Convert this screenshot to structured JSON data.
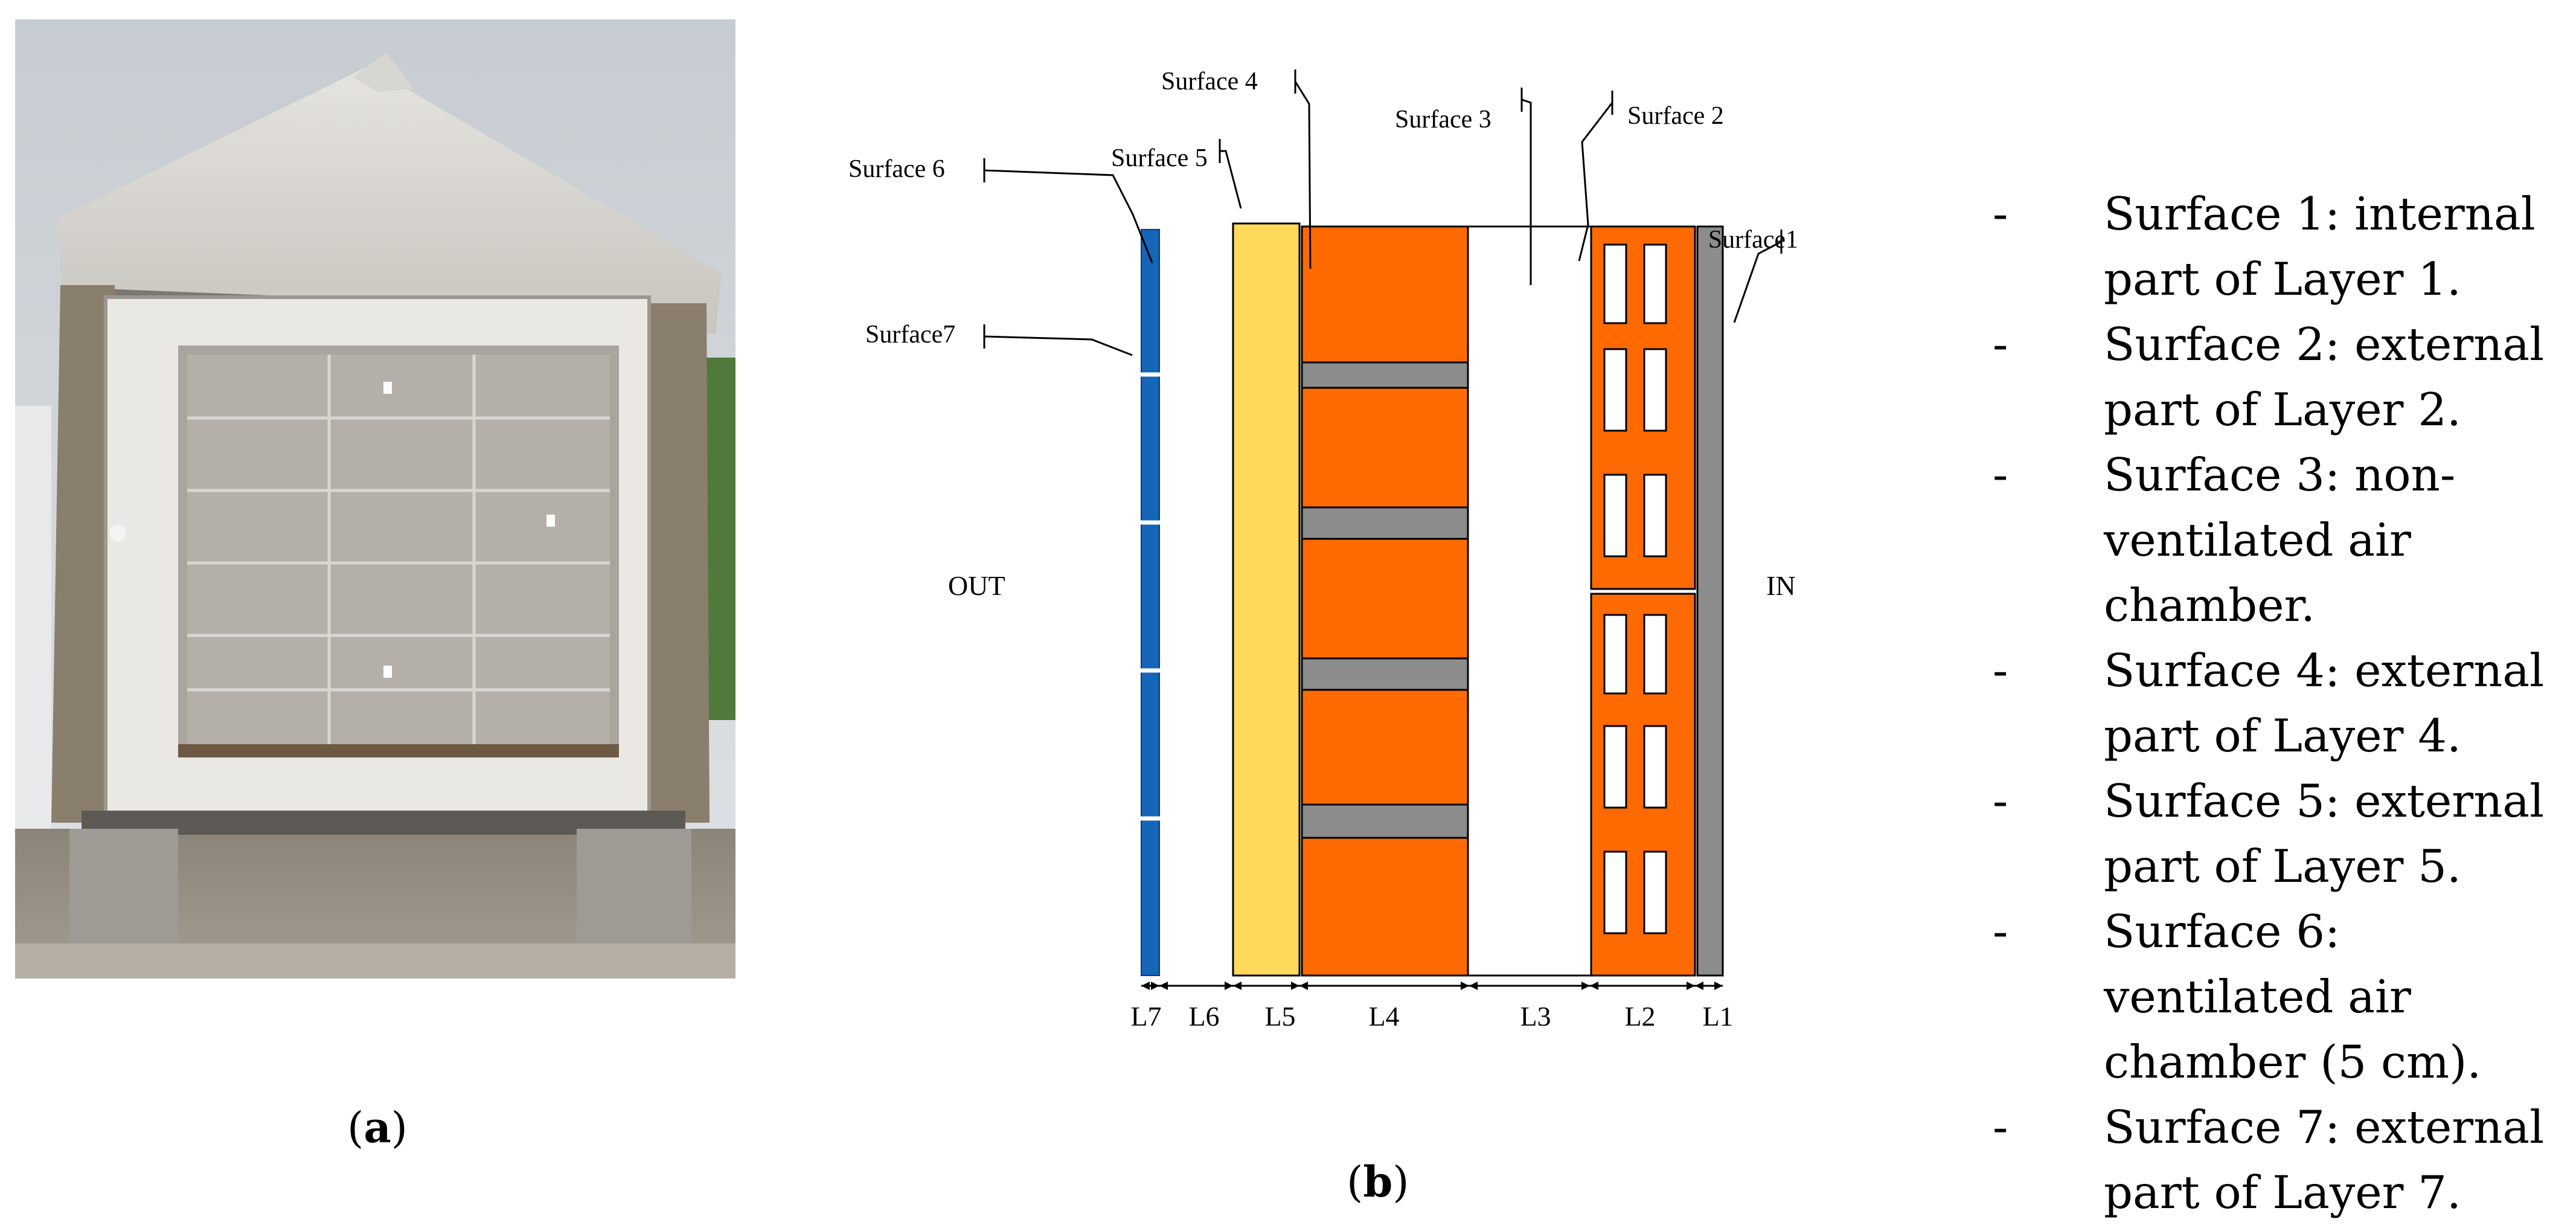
{
  "captions": {
    "a": "a",
    "b": "b"
  },
  "diagram": {
    "surface_labels": {
      "s1": "Surface1",
      "s2": "Surface 2",
      "s3": "Surface 3",
      "s4": "Surface 4",
      "s5": "Surface 5",
      "s6": "Surface 6",
      "s7": "Surface7"
    },
    "side_labels": {
      "out": "OUT",
      "in": "IN"
    },
    "layer_labels": [
      "L7",
      "L6",
      "L5",
      "L4",
      "L3",
      "L2",
      "L1"
    ],
    "colors": {
      "blue": "#1565b8",
      "yellow": "#ffd95a",
      "orange": "#ff6a00",
      "gray": "#8c8c8c"
    }
  },
  "legend": {
    "dash": "-",
    "items": [
      "Surface 1: internal part of Layer 1.",
      "Surface 2: external part of Layer 2.",
      "Surface 3: non-ventilated air chamber.",
      "Surface 4: external part of Layer 4.",
      "Surface 5: external part of Layer 5.",
      "Surface 6: ventilated air chamber (5 cm).",
      "Surface 7: external part of Layer 7."
    ]
  }
}
